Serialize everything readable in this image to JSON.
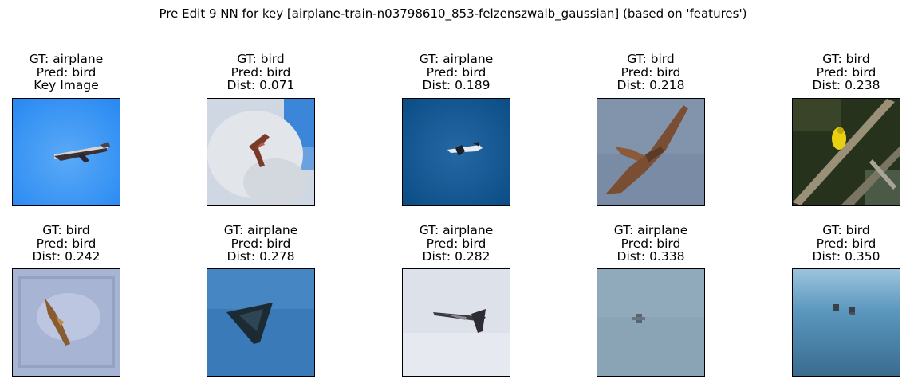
{
  "figure": {
    "title": "Pre Edit 9 NN for key [airplane-train-n03798610_853-felzenszwalb_gaussian] (based on 'features')"
  },
  "panels": [
    {
      "gt": "GT: airplane",
      "pred": "Pred: bird",
      "extra": "Key Image",
      "subject": "airplane"
    },
    {
      "gt": "GT: bird",
      "pred": "Pred: bird",
      "extra": "Dist: 0.071",
      "subject": "bird"
    },
    {
      "gt": "GT: airplane",
      "pred": "Pred: bird",
      "extra": "Dist: 0.189",
      "subject": "airplane"
    },
    {
      "gt": "GT: bird",
      "pred": "Pred: bird",
      "extra": "Dist: 0.218",
      "subject": "bird"
    },
    {
      "gt": "GT: bird",
      "pred": "Pred: bird",
      "extra": "Dist: 0.238",
      "subject": "bird"
    },
    {
      "gt": "GT: bird",
      "pred": "Pred: bird",
      "extra": "Dist: 0.242",
      "subject": "bird"
    },
    {
      "gt": "GT: airplane",
      "pred": "Pred: bird",
      "extra": "Dist: 0.278",
      "subject": "airplane"
    },
    {
      "gt": "GT: airplane",
      "pred": "Pred: bird",
      "extra": "Dist: 0.282",
      "subject": "airplane"
    },
    {
      "gt": "GT: airplane",
      "pred": "Pred: bird",
      "extra": "Dist: 0.338",
      "subject": "airplane"
    },
    {
      "gt": "GT: bird",
      "pred": "Pred: bird",
      "extra": "Dist: 0.350",
      "subject": "bird"
    }
  ]
}
